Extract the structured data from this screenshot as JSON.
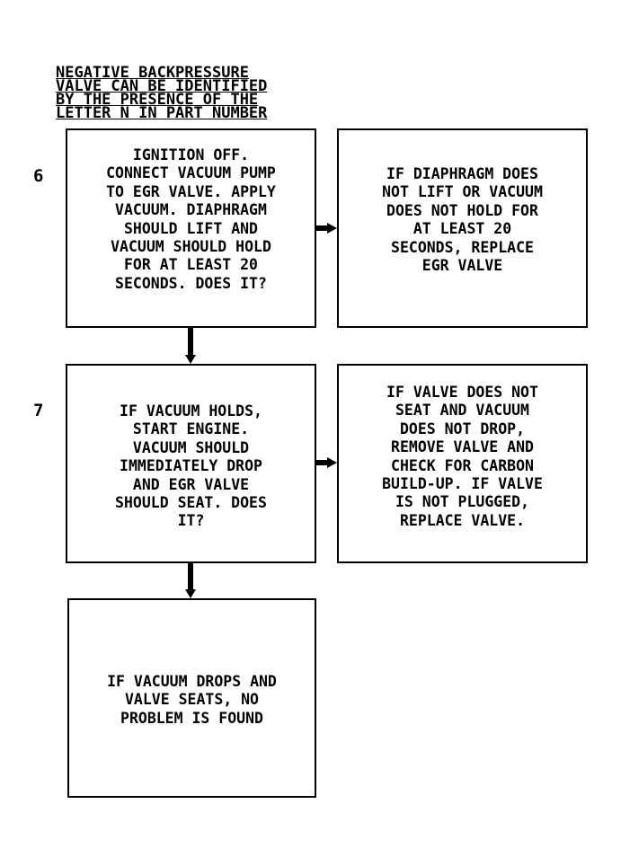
{
  "note": "NEGATIVE BACKPRESSURE\nVALVE CAN BE IDENTIFIED\nBY THE PRESENCE OF THE\nLETTER N IN PART NUMBER",
  "steps": [
    {
      "number": "6",
      "question": "IGNITION OFF.\nCONNECT VACUUM PUMP\nTO EGR VALVE. APPLY\nVACUUM. DIAPHRAGM\nSHOULD LIFT AND\nVACUUM SHOULD HOLD\nFOR AT LEAST 20\nSECONDS. DOES IT?",
      "result": "IF DIAPHRAGM DOES\nNOT LIFT OR VACUUM\nDOES NOT HOLD FOR\nAT LEAST 20\nSECONDS, REPLACE\nEGR VALVE"
    },
    {
      "number": "7",
      "question": "IF VACUUM HOLDS,\nSTART ENGINE.\nVACUUM SHOULD\nIMMEDIATELY DROP\nAND EGR VALVE\nSHOULD SEAT. DOES\nIT?",
      "result": "IF VALVE DOES NOT\nSEAT AND VACUUM\nDOES NOT DROP,\nREMOVE VALVE AND\nCHECK FOR CARBON\nBUILD-UP. IF VALVE\nIS NOT PLUGGED,\nREPLACE VALVE."
    }
  ],
  "final": "IF VACUUM DROPS AND\nVALVE SEATS, NO\nPROBLEM IS FOUND"
}
